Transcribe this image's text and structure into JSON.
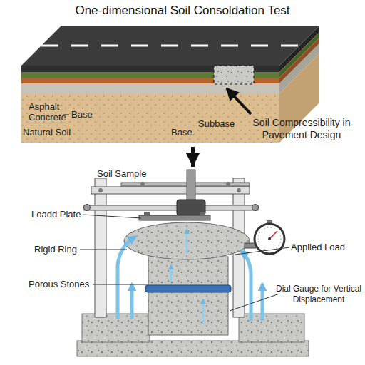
{
  "diagram": {
    "title": "One-dimensional Soil Consoldation Test",
    "nodes": [
      {
        "text": [
          "Asphalt Concrete",
          "Base",
          "Natural Soil"
        ]
      },
      {
        "text": [
          "Soil Sample"
        ]
      }
    ],
    "edges": [
      {
        "from": 0,
        "to": 1,
        "arrow": "to"
      }
    ],
    "labels": [
      "Subbase",
      "Soil Compressibility in Pavement Design",
      "Base",
      "Loadd Plate",
      "Rigid Ring",
      "Applied Load",
      "Porous Stones",
      "Dial Gauge for Vertical Displacement"
    ]
  }
}
